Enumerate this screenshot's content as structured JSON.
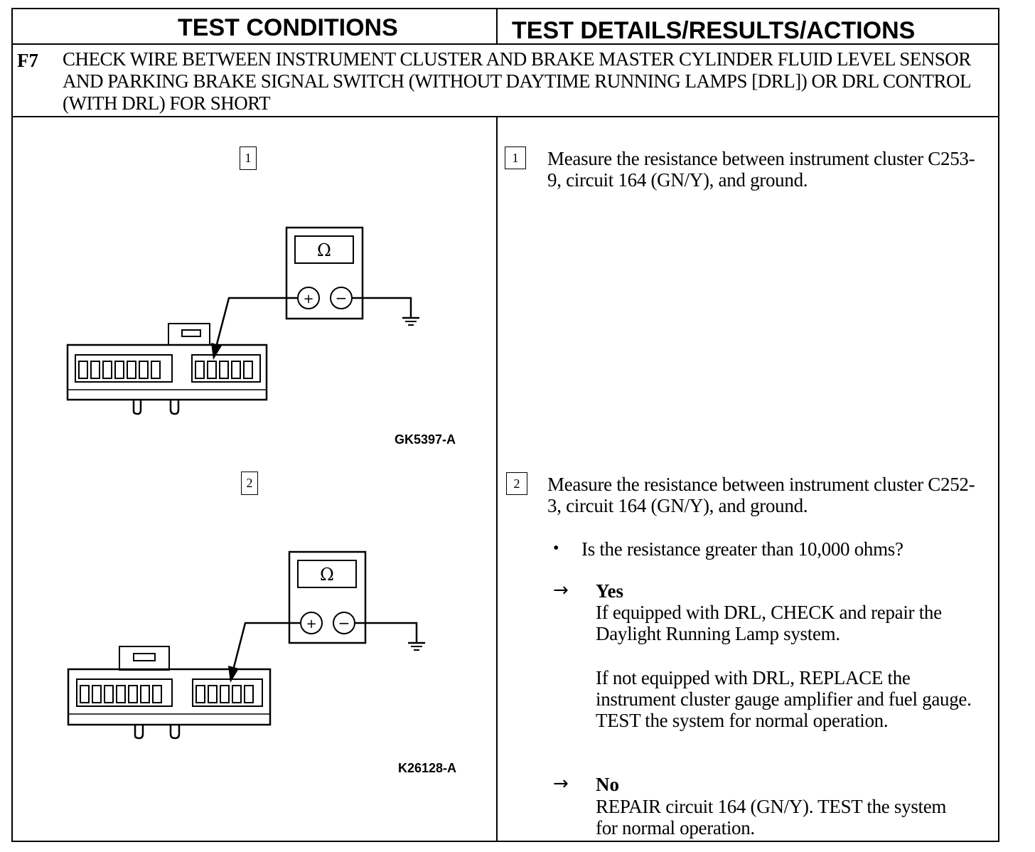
{
  "header": {
    "left": "TEST CONDITIONS",
    "right": "TEST DETAILS/RESULTS/ACTIONS"
  },
  "test_step": {
    "code": "F7",
    "title": "CHECK WIRE BETWEEN INSTRUMENT CLUSTER AND BRAKE MASTER CYLINDER FLUID LEVEL SENSOR AND PARKING BRAKE SIGNAL SWITCH (WITHOUT DAYTIME RUNNING LAMPS [DRL]) OR DRL CONTROL (WITH DRL) FOR SHORT"
  },
  "figures": [
    {
      "step": "1",
      "meter_symbol": "Ω",
      "plus": "+",
      "minus": "−",
      "label": "GK5397-A"
    },
    {
      "step": "2",
      "meter_symbol": "Ω",
      "plus": "+",
      "minus": "−",
      "label": "K26128-A"
    }
  ],
  "steps": [
    {
      "number": "1",
      "text": "Measure the resistance between instrument cluster C253-9, circuit 164 (GN/Y), and ground."
    },
    {
      "number": "2",
      "text": "Measure the resistance between instrument cluster C252-3, circuit 164 (GN/Y), and ground."
    }
  ],
  "question": "Is the resistance greater than 10,000 ohms?",
  "answers": {
    "yes": {
      "label": "Yes",
      "text1": "If equipped with DRL, CHECK and repair the Daylight Running Lamp system.",
      "text2": "If not equipped with DRL, REPLACE the instrument cluster gauge amplifier and fuel gauge. TEST the system for normal operation."
    },
    "no": {
      "label": "No",
      "text": "REPAIR circuit 164 (GN/Y). TEST the system for normal operation."
    }
  },
  "symbols": {
    "arrow": "→",
    "bullet": "•"
  }
}
